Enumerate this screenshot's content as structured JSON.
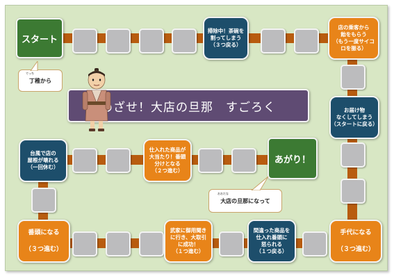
{
  "start_label": "スタート",
  "goal_label": "あがり！",
  "title": "めざせ！大店の旦那　すごろく",
  "start_bubble": "丁稚から",
  "start_bubble_ruby": "でっち",
  "goal_bubble": "大店の旦那になって",
  "goal_bubble_ruby": "おおだな",
  "events": {
    "cleaning": "掃除中！茶碗を\n割ってしまう\n（３つ戻る）",
    "customer": "店の乗客から\n飴をもらう\n（もう一度サイコ\nロを振る）",
    "lost": "お届け物\nなくしてしまう\n（スタートに戻る）",
    "roof": "台風で店の\n屋根が壊れる\n（一回休む）",
    "stock": "仕入れた商品が\n大当たり！番頭\n分けとなる\n（２つ進む）",
    "clerk": "手代になる\n\n（３つ進む）",
    "wrong": "間違った商品を\n仕入れ番頭に\n怒られる\n（１つ戻る）",
    "deal": "武家に御用聞き\nに行き、大取引\nに成功！\n（１つ進む）",
    "banto": "番頭になる\n\n（３つ進む）"
  },
  "colors": {
    "track": "#b85c0f",
    "square": "#bcbcbe",
    "blue_event": "#1d4e6b",
    "orange_event": "#e88419",
    "green": "#3c7a33",
    "title_bg": "#5f4b73",
    "board_bg": "#d8e7c4"
  }
}
